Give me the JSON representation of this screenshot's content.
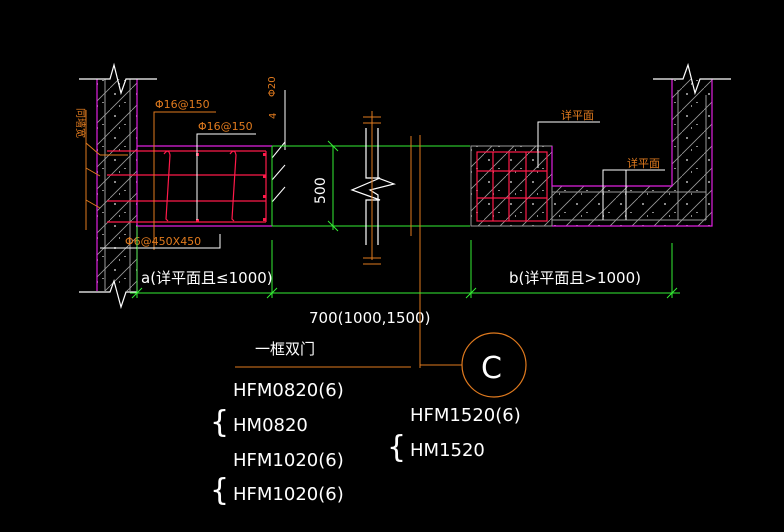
{
  "drawing": {
    "title": "一框双门",
    "colors": {
      "background": "#000000",
      "wall_outline": "#e020e0",
      "rebar": "#ff1a4a",
      "dimension": "#33ee33",
      "annotation": "#e07a1e",
      "text": "#ffffff",
      "hatch": "#9a9a9a"
    },
    "labels": {
      "wall_note": "同墙宽",
      "rebar_top_1": "Φ16@150",
      "rebar_top_2": "Φ16@150",
      "stirrup_note": "Φ20",
      "stirrup_prefix": "4",
      "tie_rebar": "Φ6@450X450",
      "height_dim": "500",
      "detail_plan_1": "详平面",
      "detail_plan_2": "详平面"
    },
    "dimensions": {
      "left": "a(详平面且≤1000)",
      "right": "b(详平面且>1000)",
      "total": "700(1000,1500)"
    },
    "section_marker": "C",
    "door_groups": [
      {
        "items": [
          "HFM0820(6)",
          "HM0820"
        ]
      },
      {
        "items": [
          "HFM1020(6)",
          "HFM1020(6)"
        ]
      },
      {
        "items": [
          "HFM1520(6)",
          "HM1520"
        ]
      }
    ]
  }
}
